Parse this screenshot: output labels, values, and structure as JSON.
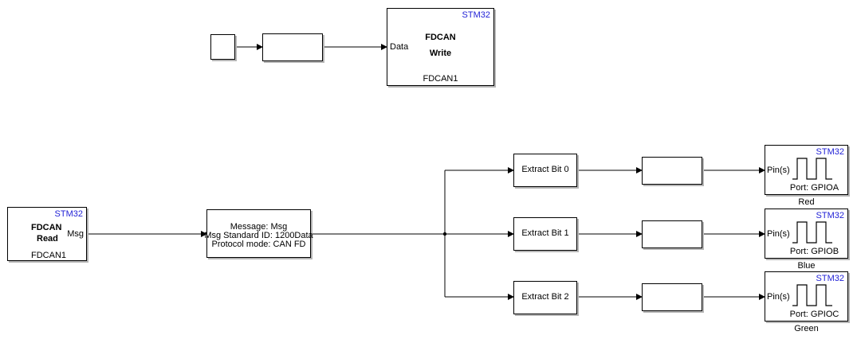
{
  "colors": {
    "brand": "#1f1fd6",
    "line": "#000000",
    "shadow": "#b5b5b5"
  },
  "blocks": {
    "fdcan_write": {
      "brand": "STM32",
      "title1": "FDCAN",
      "title2": "Write",
      "port_in": "Data",
      "footer": "FDCAN1"
    },
    "fdcan_read": {
      "brand": "STM32",
      "title1": "FDCAN",
      "title2": "Read",
      "port_out": "Msg",
      "footer": "FDCAN1"
    },
    "can_unpack": {
      "line1": "Message: Msg",
      "line2": "Msg Standard ID: 1200Data",
      "line3": "Protocol mode: CAN FD"
    },
    "extract": [
      "Extract Bit 0",
      "Extract Bit 1",
      "Extract Bit 2"
    ],
    "gpio": [
      {
        "brand": "STM32",
        "port_in": "Pin(s)",
        "port": "Port: GPIOA",
        "caption": "Red"
      },
      {
        "brand": "STM32",
        "port_in": "Pin(s)",
        "port": "Port: GPIOB",
        "caption": "Blue"
      },
      {
        "brand": "STM32",
        "port_in": "Pin(s)",
        "port": "Port: GPIOC",
        "caption": "Green"
      }
    ]
  }
}
